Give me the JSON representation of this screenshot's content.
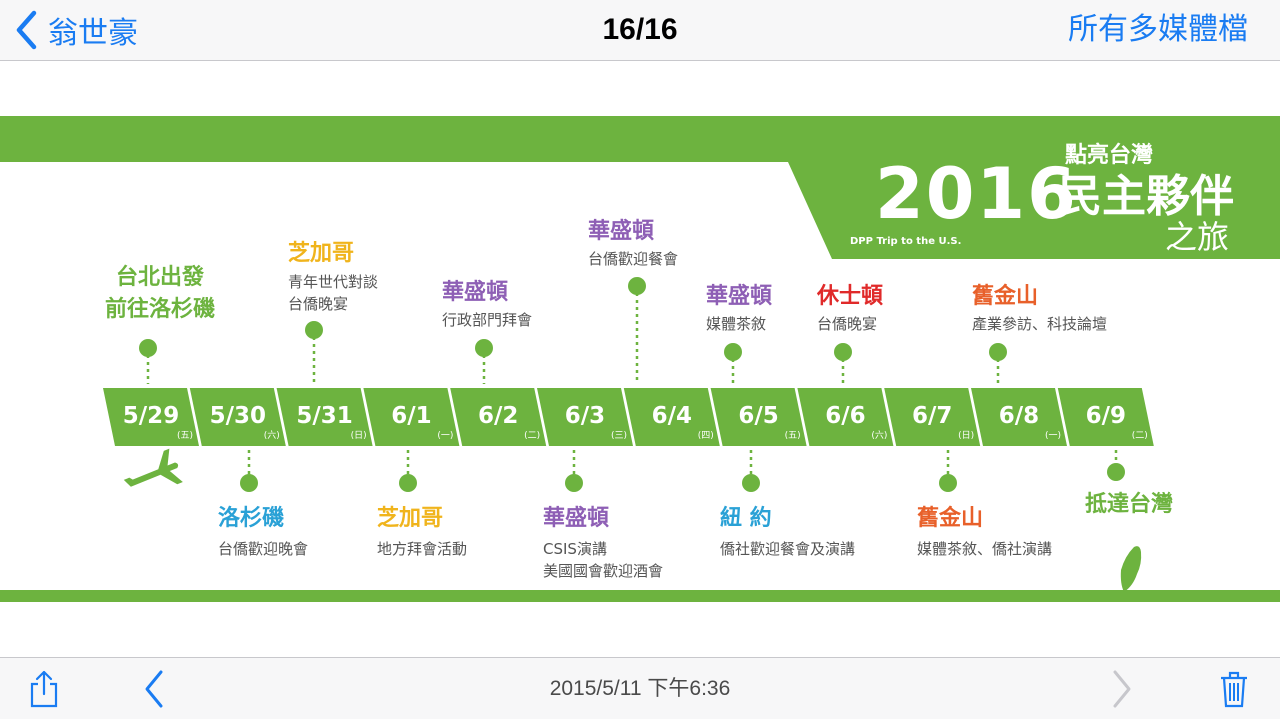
{
  "nav": {
    "back_label": "翁世豪",
    "title": "16/16",
    "right_label": "所有多媒體檔"
  },
  "poster": {
    "logo_year": "2016",
    "logo_line1": "點亮台灣",
    "logo_line2": "民主夥伴",
    "logo_line3": "之旅",
    "logo_sub": "DPP Trip to the U.S.",
    "dates": [
      {
        "date": "5/29",
        "day": "(五)"
      },
      {
        "date": "5/30",
        "day": "(六)"
      },
      {
        "date": "5/31",
        "day": "(日)"
      },
      {
        "date": "6/1",
        "day": "(一)"
      },
      {
        "date": "6/2",
        "day": "(二)"
      },
      {
        "date": "6/3",
        "day": "(三)"
      },
      {
        "date": "6/4",
        "day": "(四)"
      },
      {
        "date": "6/5",
        "day": "(五)"
      },
      {
        "date": "6/6",
        "day": "(六)"
      },
      {
        "date": "6/7",
        "day": "(日)"
      },
      {
        "date": "6/8",
        "day": "(一)"
      },
      {
        "date": "6/9",
        "day": "(二)"
      }
    ],
    "above": {
      "d0": {
        "l1": "台北出發",
        "l2": "前往洛杉磯"
      },
      "d2": {
        "city": "芝加哥",
        "a": "青年世代對談",
        "b": "台僑晚宴"
      },
      "d4": {
        "city": "華盛頓",
        "a": "行政部門拜會"
      },
      "d6": {
        "city": "華盛頓",
        "a": "台僑歡迎餐會"
      },
      "d7": {
        "city": "華盛頓",
        "a": "媒體茶敘"
      },
      "d8": {
        "city": "休士頓",
        "a": "台僑晚宴"
      },
      "d10": {
        "city": "舊金山",
        "a": "產業參訪、科技論壇"
      }
    },
    "below": {
      "d1": {
        "city": "洛杉磯",
        "a": "台僑歡迎晚會"
      },
      "d3": {
        "city": "芝加哥",
        "a": "地方拜會活動"
      },
      "d5": {
        "city": "華盛頓",
        "a": "CSIS演講",
        "b": "美國國會歡迎酒會"
      },
      "d7": {
        "city": "紐 約",
        "a": "僑社歡迎餐會及演講"
      },
      "d9": {
        "city": "舊金山",
        "a": "媒體茶敘、僑社演講"
      },
      "d11": {
        "city": "抵達台灣"
      }
    }
  },
  "bottom": {
    "timestamp": "2015/5/11 下午6:36"
  },
  "colors": {
    "ios_blue": "#1a7cf2",
    "green": "#6db33f",
    "dark_green": "#3d8f1e",
    "yellow": "#f0b41c",
    "purple": "#8e5fb5",
    "red": "#e02a2a",
    "orange": "#e8602a",
    "blue": "#2aa1d6"
  }
}
